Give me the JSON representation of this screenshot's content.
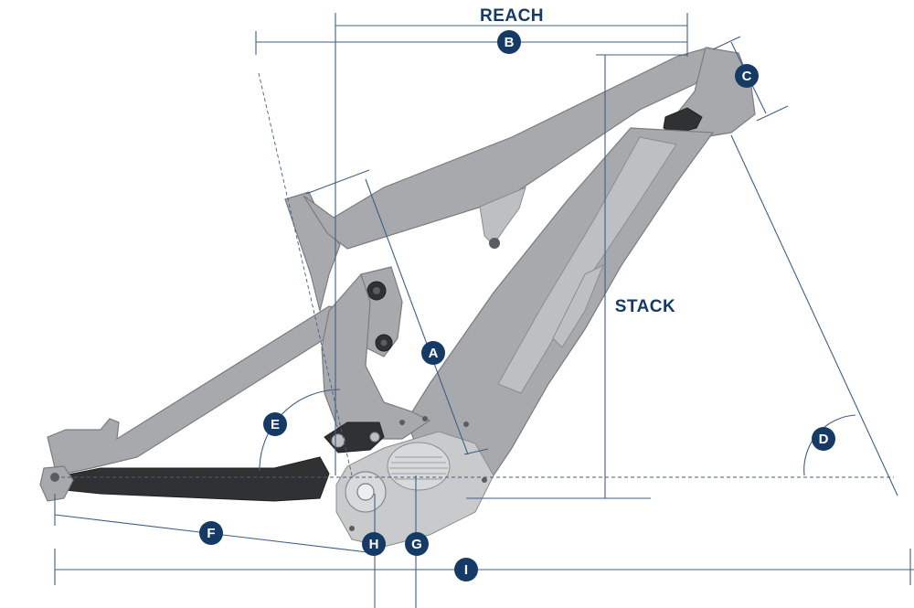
{
  "labels": {
    "reach": "REACH",
    "stack": "STACK"
  },
  "badges": {
    "a": "A",
    "b": "B",
    "c": "C",
    "d": "D",
    "e": "E",
    "f": "F",
    "g": "G",
    "h": "H",
    "i": "I"
  },
  "colors": {
    "dimension_line": "#3d5f86",
    "badge_fill": "#163a66",
    "badge_text": "#ffffff",
    "frame": "#a7a9ac",
    "frame_highlight": "#bdbfc2",
    "frame_dark": "#2f3133"
  }
}
